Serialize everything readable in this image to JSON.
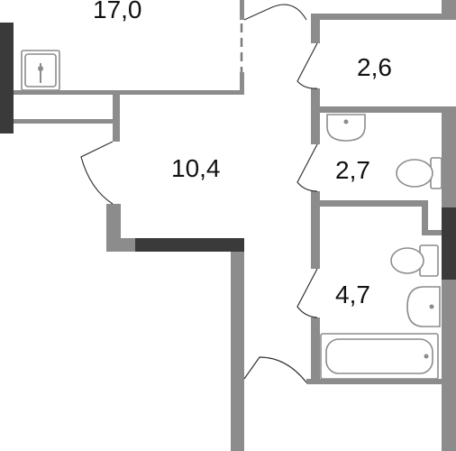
{
  "rooms": [
    {
      "id": "room-1",
      "area": "17,0"
    },
    {
      "id": "room-2",
      "area": "2,6"
    },
    {
      "id": "room-3",
      "area": "10,4"
    },
    {
      "id": "room-4",
      "area": "2,7"
    },
    {
      "id": "room-5",
      "area": "4,7"
    }
  ],
  "colors": {
    "wall": "#8c8c8c",
    "exterior_wall": "#3a3a3a",
    "background": "#ffffff",
    "text": "#111111"
  }
}
